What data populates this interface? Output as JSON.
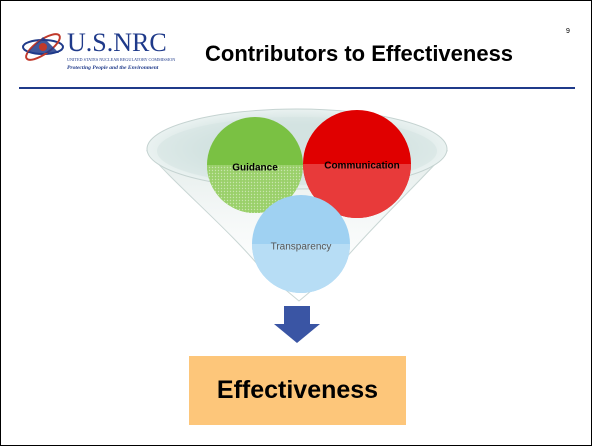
{
  "header": {
    "logo_text": "U.S.NRC",
    "logo_subtext": "UNITED STATES NUCLEAR REGULATORY COMMISSION",
    "logo_tagline": "Protecting People and the Environment",
    "title": "Contributors to Effectiveness",
    "slide_number": "9"
  },
  "diagram": {
    "circles": [
      {
        "label": "Guidance",
        "color": "#7ac143"
      },
      {
        "label": "Communication",
        "color": "#e00000"
      },
      {
        "label": "Transparency",
        "color": "#9fd1f2"
      }
    ],
    "arrow_color": "#3a55a4",
    "result_label": "Effectiveness",
    "result_color": "#fdc67a"
  },
  "colors": {
    "header_rule": "#1f3a8a"
  }
}
